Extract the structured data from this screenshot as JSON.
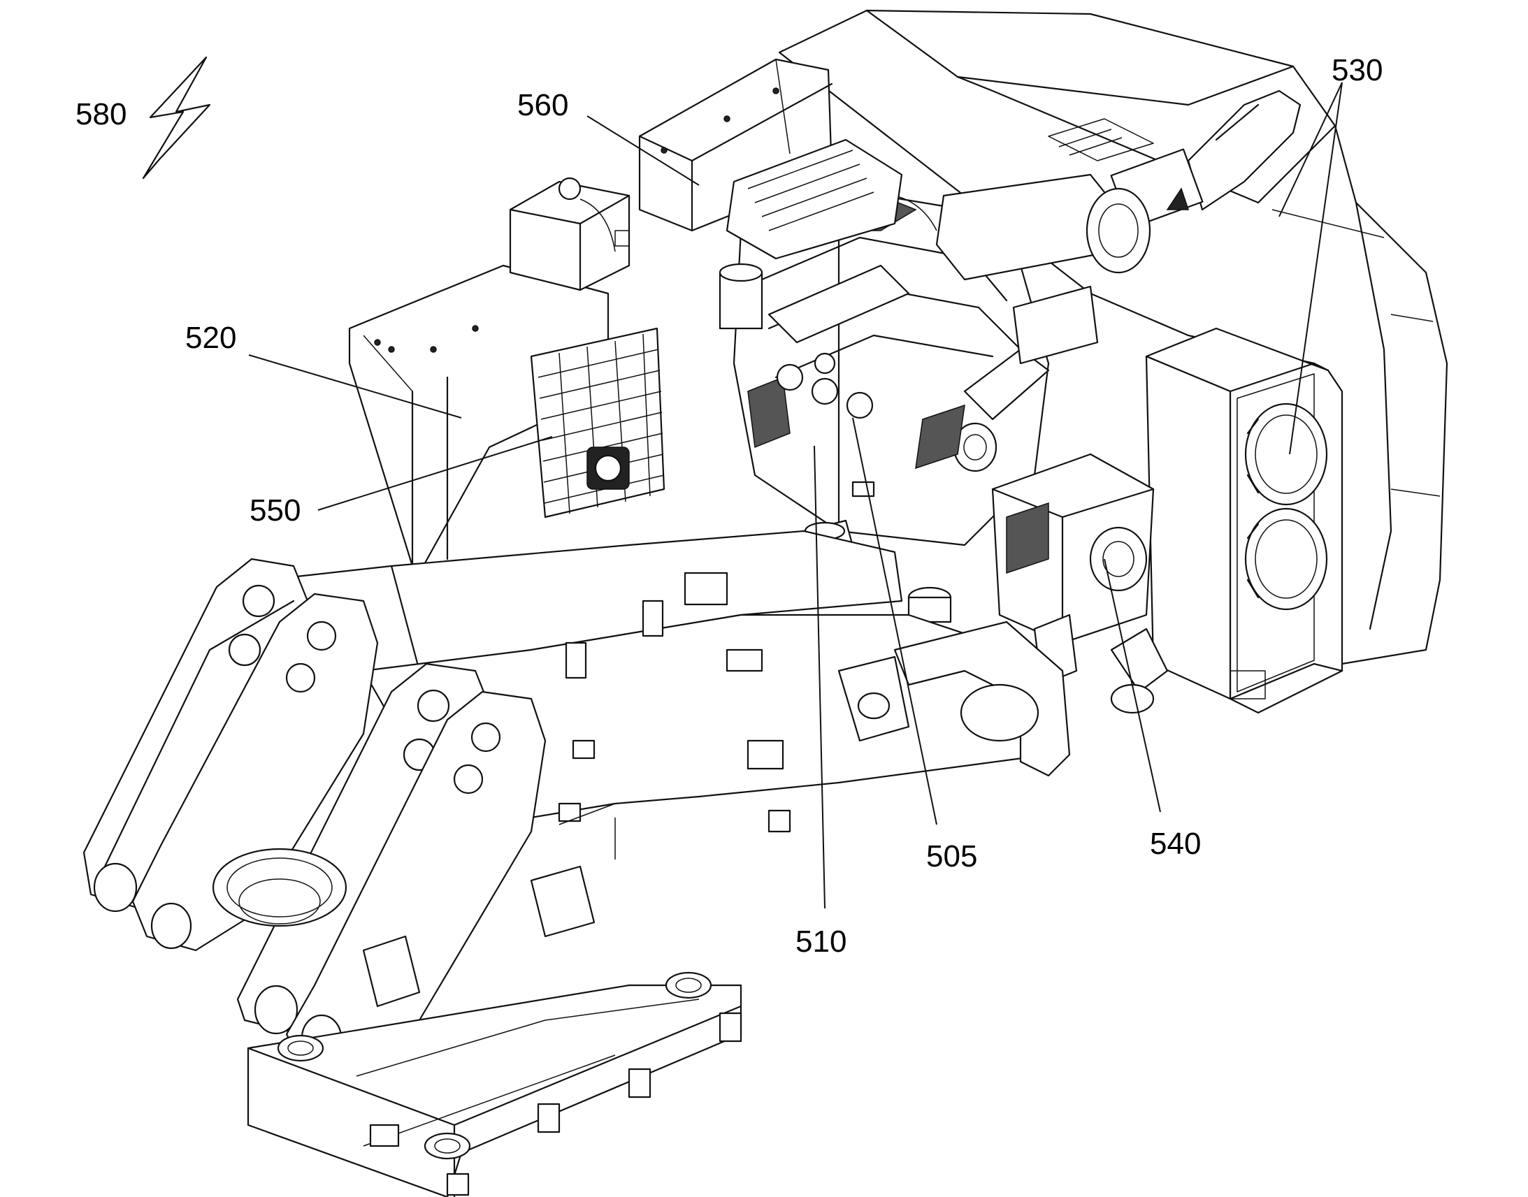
{
  "labels": {
    "l580": "580",
    "l560": "560",
    "l530": "530",
    "l520": "520",
    "l550": "550",
    "l505": "505",
    "l540": "540",
    "l510": "510"
  },
  "icons": {
    "bolt": "lightning-bolt-icon"
  }
}
